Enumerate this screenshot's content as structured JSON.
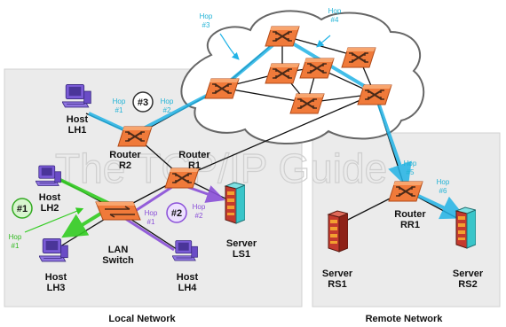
{
  "watermark": "The TCP/IP Guide",
  "colors": {
    "local_bg": "#ebebeb",
    "remote_bg": "#ebebeb",
    "router": "#f07a3a",
    "cyan_path": "#22b3e6",
    "green_path": "#33cc22",
    "purple_path": "#8a4fd8",
    "host_body": "#7a5bd6",
    "server_body": "#c43a2e",
    "server_teal": "#39c5c9"
  },
  "sections": {
    "local": "Local Network",
    "remote": "Remote Network"
  },
  "devices": {
    "host_lh1": {
      "line1": "Host",
      "line2": "LH1",
      "icon": "computer-icon"
    },
    "host_lh2": {
      "line1": "Host",
      "line2": "LH2",
      "icon": "computer-icon"
    },
    "host_lh3": {
      "line1": "Host",
      "line2": "LH3",
      "icon": "computer-icon"
    },
    "host_lh4": {
      "line1": "Host",
      "line2": "LH4",
      "icon": "computer-icon"
    },
    "router_r2": {
      "line1": "Router",
      "line2": "R2",
      "icon": "router-icon"
    },
    "router_r1": {
      "line1": "Router",
      "line2": "R1",
      "icon": "router-icon"
    },
    "lan_switch": {
      "line1": "LAN",
      "line2": "Switch",
      "icon": "switch-icon"
    },
    "server_ls1": {
      "line1": "Server",
      "line2": "LS1",
      "icon": "server-icon"
    },
    "router_rr1": {
      "line1": "Router",
      "line2": "RR1",
      "icon": "router-icon"
    },
    "server_rs1": {
      "line1": "Server",
      "line2": "RS1",
      "icon": "server-icon"
    },
    "server_rs2": {
      "line1": "Server",
      "line2": "RS2",
      "icon": "server-icon"
    }
  },
  "badges": {
    "b1": "#1",
    "b2": "#2",
    "b3": "#3"
  },
  "hops": {
    "c1": {
      "line1": "Hop",
      "line2": "#1"
    },
    "c2": {
      "line1": "Hop",
      "line2": "#2"
    },
    "c3": {
      "line1": "Hop",
      "line2": "#3"
    },
    "c4": {
      "line1": "Hop",
      "line2": "#4"
    },
    "c5": {
      "line1": "Hop",
      "line2": "#5"
    },
    "c6": {
      "line1": "Hop",
      "line2": "#6"
    },
    "g1": {
      "line1": "Hop",
      "line2": "#1"
    },
    "p1": {
      "line1": "Hop",
      "line2": "#1"
    },
    "p2": {
      "line1": "Hop",
      "line2": "#2"
    }
  }
}
